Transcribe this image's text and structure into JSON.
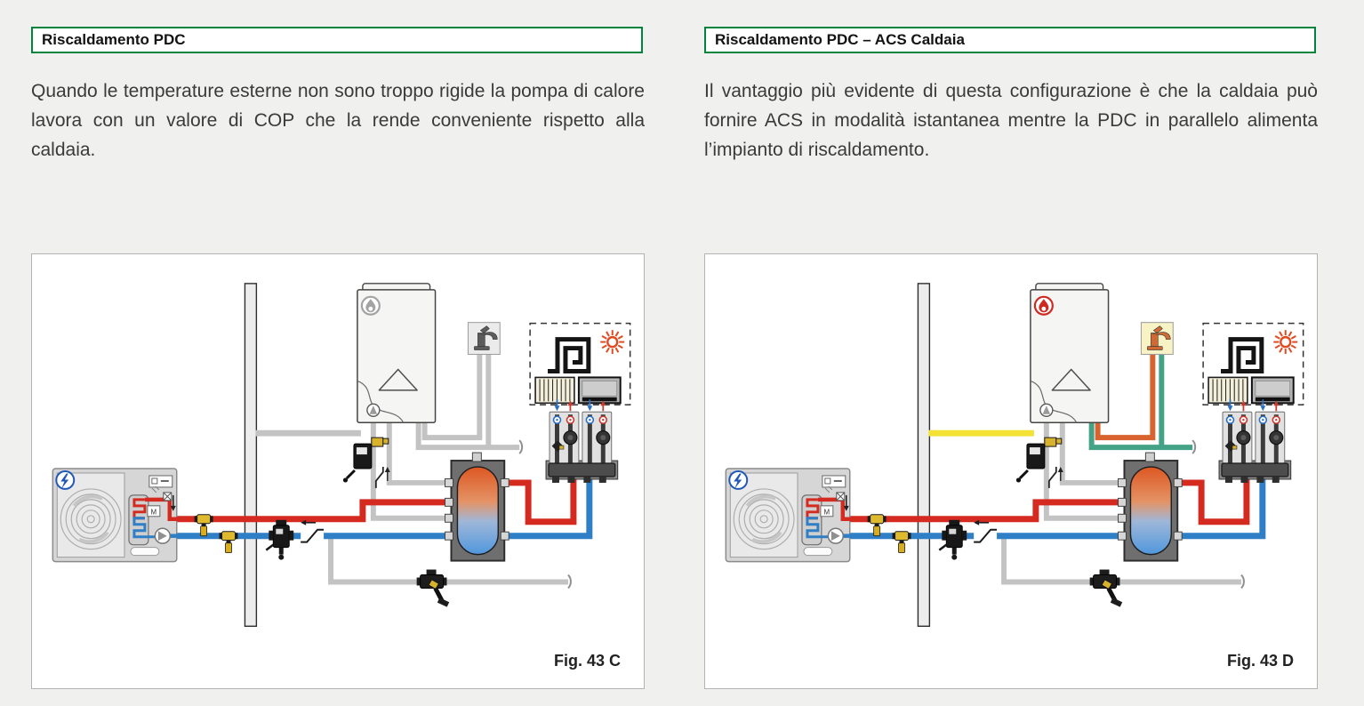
{
  "page": {
    "background": "#f0f0ee"
  },
  "palette": {
    "accent_green": "#00843d",
    "red_pipe": "#d42a20",
    "blue_pipe": "#2e7fc6",
    "gray_pipe": "#c3c3c3",
    "wall_fill": "#ededed",
    "tank_top": "#dd5722",
    "tank_mid_warm": "#e49366",
    "tank_mid_cool": "#9fb7d8",
    "tank_bottom": "#4f97dd",
    "motor_label": "M"
  },
  "columns": [
    {
      "title": "Riscaldamento PDC",
      "body": "Quando le temperature esterne non sono troppo rigide la pompa di calore lavora con un valore di COP che la rende conveniente rispetto alla caldaia.",
      "figure": {
        "label": "Fig. 43 C",
        "boiler_flame": "#a3a3a3",
        "gas_pipe": "#c3c3c3",
        "dhw_hot_pipe": "#c3c3c3",
        "dhw_cold_pipe": "#c3c3c3",
        "tap_bg": "#ebebeb",
        "tap_color": "#5c5c5c",
        "icons": [
          "heat-pump",
          "wall",
          "boiler",
          "tap",
          "buffer-tank",
          "pump-station-manifold",
          "floor-heating",
          "sun",
          "radiator",
          "fan-coil"
        ]
      }
    },
    {
      "title": "Riscaldamento PDC – ACS Caldaia",
      "body": "Il vantaggio più evidente di questa configurazione è che la caldaia può fornire ACS in modalità istantanea mentre la PDC in parallelo alimenta l’impianto di riscaldamento.",
      "figure": {
        "label": "Fig. 43 D",
        "boiler_flame": "#cf2a21",
        "gas_pipe": "#f3e233",
        "dhw_hot_pipe": "#d9632f",
        "dhw_cold_pipe": "#44a287",
        "tap_bg": "#f8f3c5",
        "tap_color": "#cf6a35",
        "icons": [
          "heat-pump",
          "wall",
          "boiler",
          "tap",
          "buffer-tank",
          "pump-station-manifold",
          "floor-heating",
          "sun",
          "radiator",
          "fan-coil"
        ]
      }
    }
  ]
}
